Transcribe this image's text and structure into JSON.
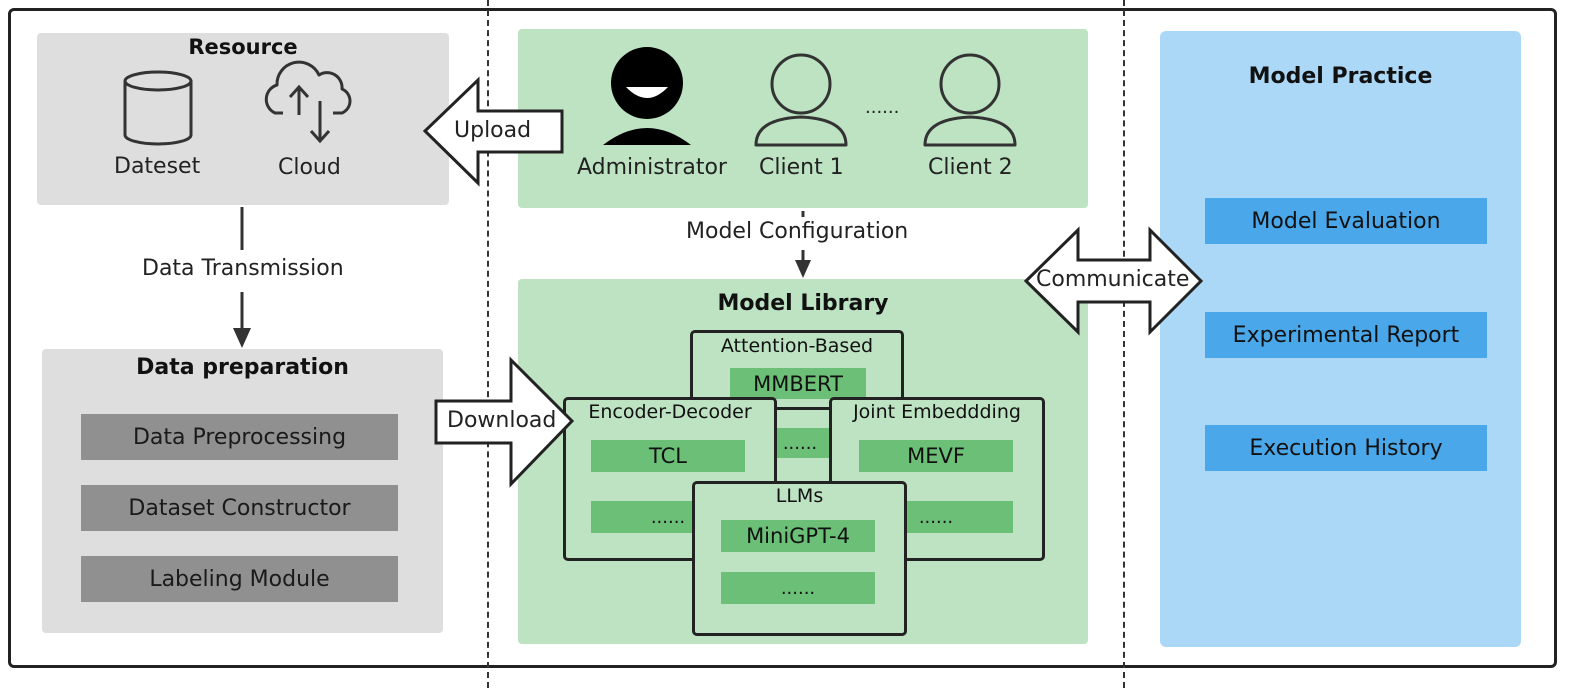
{
  "resource": {
    "title": "Resource",
    "dataset_label": "Dateset",
    "cloud_label": "Cloud"
  },
  "users": {
    "admin_label": "Administrator",
    "client1_label": "Client 1",
    "ellipsis": "......",
    "client2_label": "Client 2"
  },
  "arrows": {
    "upload": "Upload",
    "download": "Download",
    "data_transmission": "Data Transmission",
    "model_configuration": "Model Configuration",
    "communicate": "Communicate"
  },
  "data_preparation": {
    "title": "Data preparation",
    "items": [
      "Data Preprocessing",
      "Dataset Constructor",
      "Labeling Module"
    ]
  },
  "model_library": {
    "title": "Model Library",
    "center_ellipsis": "......",
    "attention": {
      "title": "Attention-Based",
      "item": "MMBERT"
    },
    "encoder": {
      "title": "Encoder-Decoder",
      "item": "TCL",
      "more": "......"
    },
    "joint": {
      "title": "Joint Embeddding",
      "item": "MEVF",
      "more": "......"
    },
    "llms": {
      "title": "LLMs",
      "item": "MiniGPT-4",
      "more": "......"
    }
  },
  "model_practice": {
    "title": "Model Practice",
    "items": [
      "Model Evaluation",
      "Experimental Report",
      "Execution History"
    ]
  },
  "colors": {
    "gray_panel": "#dedede",
    "green_panel": "#bde3c3",
    "green_bar": "#6cbf77",
    "blue_panel": "#acd8f8",
    "blue_button": "#4aa8ea",
    "gray_button": "#909090"
  }
}
